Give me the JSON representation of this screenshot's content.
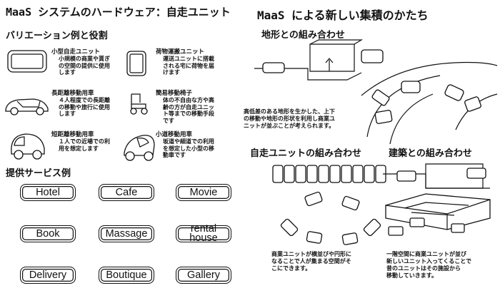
{
  "left": {
    "title": "MaaS システムのハードウェア：自走ユニット",
    "variations_heading": "バリエーション例と役割",
    "variations": [
      {
        "name": "小型自走ユニット",
        "desc": "小規模の商業や貰ぎ\nの空間の提供に使用\nします",
        "icon": "small-unit-icon"
      },
      {
        "name": "荷物運搬ユニット",
        "desc": "運送ユニットに搭載\nされる宅に荷物を届\nけます",
        "icon": "cargo-unit-icon"
      },
      {
        "name": "長距離移動用車",
        "desc": "４人程度での長距離\nの移動や旅行に使用\nします",
        "icon": "long-distance-car-icon"
      },
      {
        "name": "簡易移動椅子",
        "desc": "体の不自由な方や高\n齢の方が自走ユニッ\nト等までの移動手段\nです",
        "icon": "mobility-chair-icon"
      },
      {
        "name": "短距離移動用車",
        "desc": "１人での近場での利\n用を想定します",
        "icon": "short-distance-car-icon"
      },
      {
        "name": "小道移動用車",
        "desc": "坂道や細道での利用\nを想定した小型の移\n動車です",
        "icon": "narrow-road-vehicle-icon"
      }
    ],
    "services_heading": "提供サービス例",
    "services": [
      "Hotel",
      "Cafe",
      "Movie",
      "Book",
      "Massage",
      "rental\nhouse",
      "Delivery",
      "Boutique",
      "Gallery"
    ]
  },
  "right": {
    "title": "MaaS による新しい集積のかたち",
    "terrain": {
      "heading": "地形との組み合わせ",
      "desc": "高低差のある地形を生かした、上下\nの移動や地形の形状を利用し商業ユ\nニットが並ぶことが考えられます。"
    },
    "units": {
      "heading": "自走ユニットの組み合わせ",
      "desc": "商業ユニットが横並びや円形に\nなることで人が集まる空間がそ\nこにできます。"
    },
    "architecture": {
      "heading": "建築との組み合わせ",
      "desc": "一階空間に商業ユニットが並び\n新しいユニット入ってくることで\n昔のユニットはその施設から\n移動していきます。"
    }
  }
}
